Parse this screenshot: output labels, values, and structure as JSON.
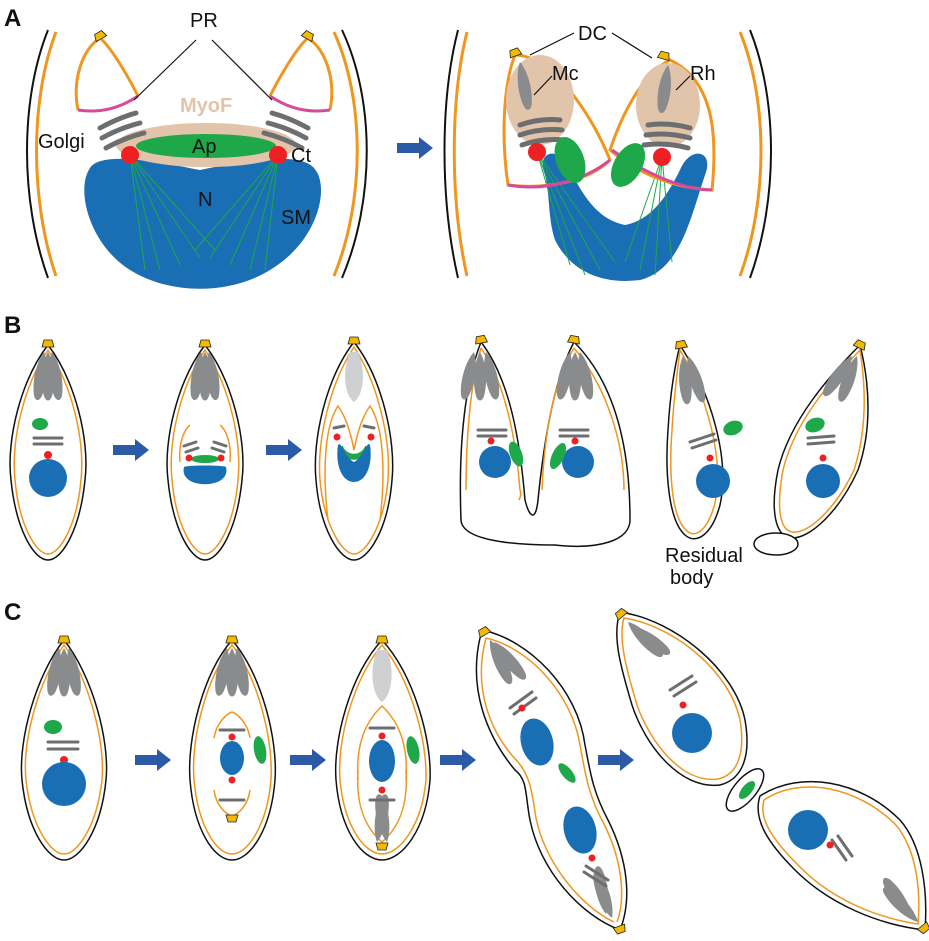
{
  "panels": {
    "a": "A",
    "b": "B",
    "c": "C"
  },
  "labels": {
    "pr": "PR",
    "myof": "MyoF",
    "golgi": "Golgi",
    "ap": "Ap",
    "ct": "Ct",
    "n": "N",
    "sm": "SM",
    "dc": "DC",
    "mc": "Mc",
    "rh": "Rh",
    "residual_line1": "Residual",
    "residual_line2": "body"
  },
  "colors": {
    "nucleus": "#1a6fb4",
    "apicoplast": "#1ea84a",
    "centrosome": "#ee2024",
    "membrane": "#f0961e",
    "golgi": "#6d6e70",
    "rhoptry": "#8a8b8d",
    "myof": "#e2c4aa",
    "ring": "#d64a9a",
    "conoid": "#f2b900",
    "arrow": "#2b5aa6"
  }
}
